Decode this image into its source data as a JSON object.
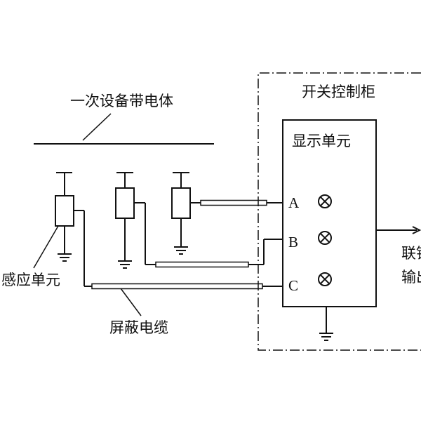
{
  "labels": {
    "primary_equipment": "一次设备带电体",
    "switch_cabinet": "开关控制柜",
    "display_unit": "显示单元",
    "sensing_unit": "感应单元",
    "shielded_cable": "屏蔽电缆",
    "interlock_output_line1": "联锁",
    "interlock_output_line2": "输出"
  },
  "phases": [
    "A",
    "B",
    "C"
  ],
  "icons": {
    "indicator": "crossed-circle-lamp",
    "ground": "ground-symbol"
  }
}
